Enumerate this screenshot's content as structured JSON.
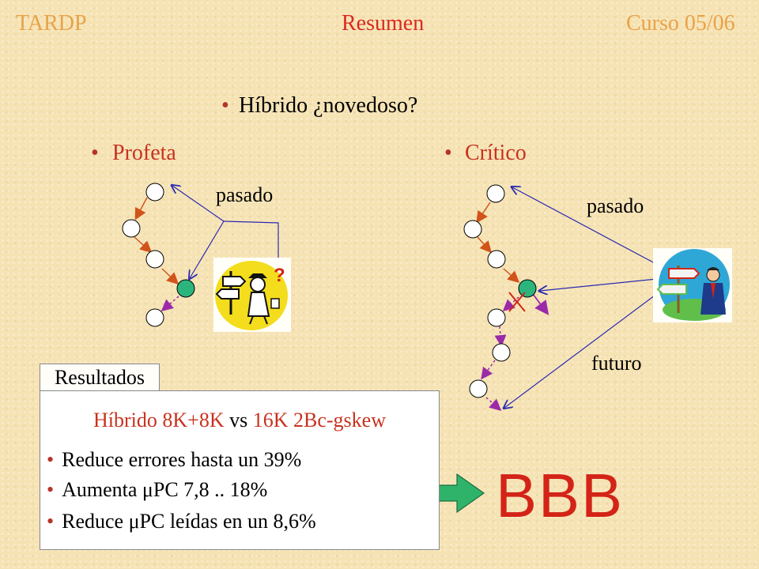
{
  "header": {
    "left": "TARDP",
    "center": "Resumen",
    "right": "Curso 05/06"
  },
  "topic": {
    "bullet": "•",
    "text": "Híbrido ¿novedoso?"
  },
  "profeta": {
    "bullet": "•",
    "title": "Profeta",
    "past_label": "pasado"
  },
  "critico": {
    "bullet": "•",
    "title": "Crítico",
    "past_label": "pasado",
    "future_label": "futuro"
  },
  "results": {
    "tab": "Resultados",
    "title_part1": "Híbrido 8K+8K",
    "title_part2": " vs ",
    "title_part3": "16K 2Bc-gskew",
    "bullet": "•",
    "items": [
      "Reduce errores hasta un 39%",
      "Aumenta μPC 7,8 .. 18%",
      "Reduce μPC leídas en un 8,6%"
    ]
  },
  "outcome": "BBB",
  "colors": {
    "header": "#e8a34a",
    "header_center": "#d92b1f",
    "accent_red": "#c8321f",
    "node_active": "#2bb57c",
    "arrow_blue": "#2a2ab0",
    "arrow_orange": "#d1541b",
    "arrow_purple": "#9b2aa8",
    "big_arrow": "#2fb36b"
  },
  "icons": [
    "signpost-detective-icon",
    "signpost-businessman-icon",
    "green-arrow-icon"
  ]
}
